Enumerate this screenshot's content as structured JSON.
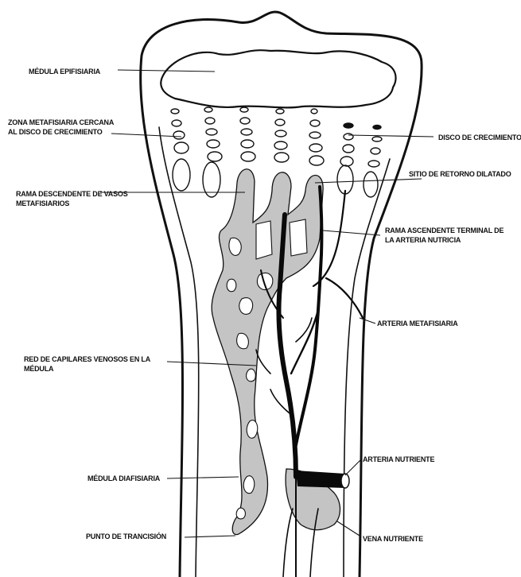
{
  "labels": {
    "medula_epifisiaria": "MÉDULA EPIFISIARIA",
    "zona_metafisiaria_1": "ZONA METAFISIARIA CERCANA",
    "zona_metafisiaria_2": "AL DISCO DE CRECIMIENTO",
    "disco_crecimiento": "DISCO DE CRECIMIENTO",
    "sitio_retorno": "SITIO DE RETORNO DILATADO",
    "rama_descendente_1": "RAMA DESCENDENTE DE VASOS",
    "rama_descendente_2": "METAFISIARIOS",
    "rama_ascendente_1": "RAMA ASCENDENTE TERMINAL DE",
    "rama_ascendente_2": "LA ARTERIA NUTRICIA",
    "arteria_metafisiaria": "ARTERIA METAFISIARIA",
    "red_capilares_1": "RED DE CAPILARES VENOSOS EN LA",
    "red_capilares_2": "MÉDULA",
    "medula_diafisiaria": "MÉDULA DIAFISIARIA",
    "arteria_nutriente": "ARTERIA NUTRIENTE",
    "punto_transicion": "PUNTO DE TRANCISIÓN",
    "vena_nutriente": "VENA NUTRIENTE"
  },
  "colors": {
    "outline": "#111111",
    "vein_fill": "#c4c4c4",
    "artery": "#0a0a0a",
    "background": "#ffffff"
  }
}
